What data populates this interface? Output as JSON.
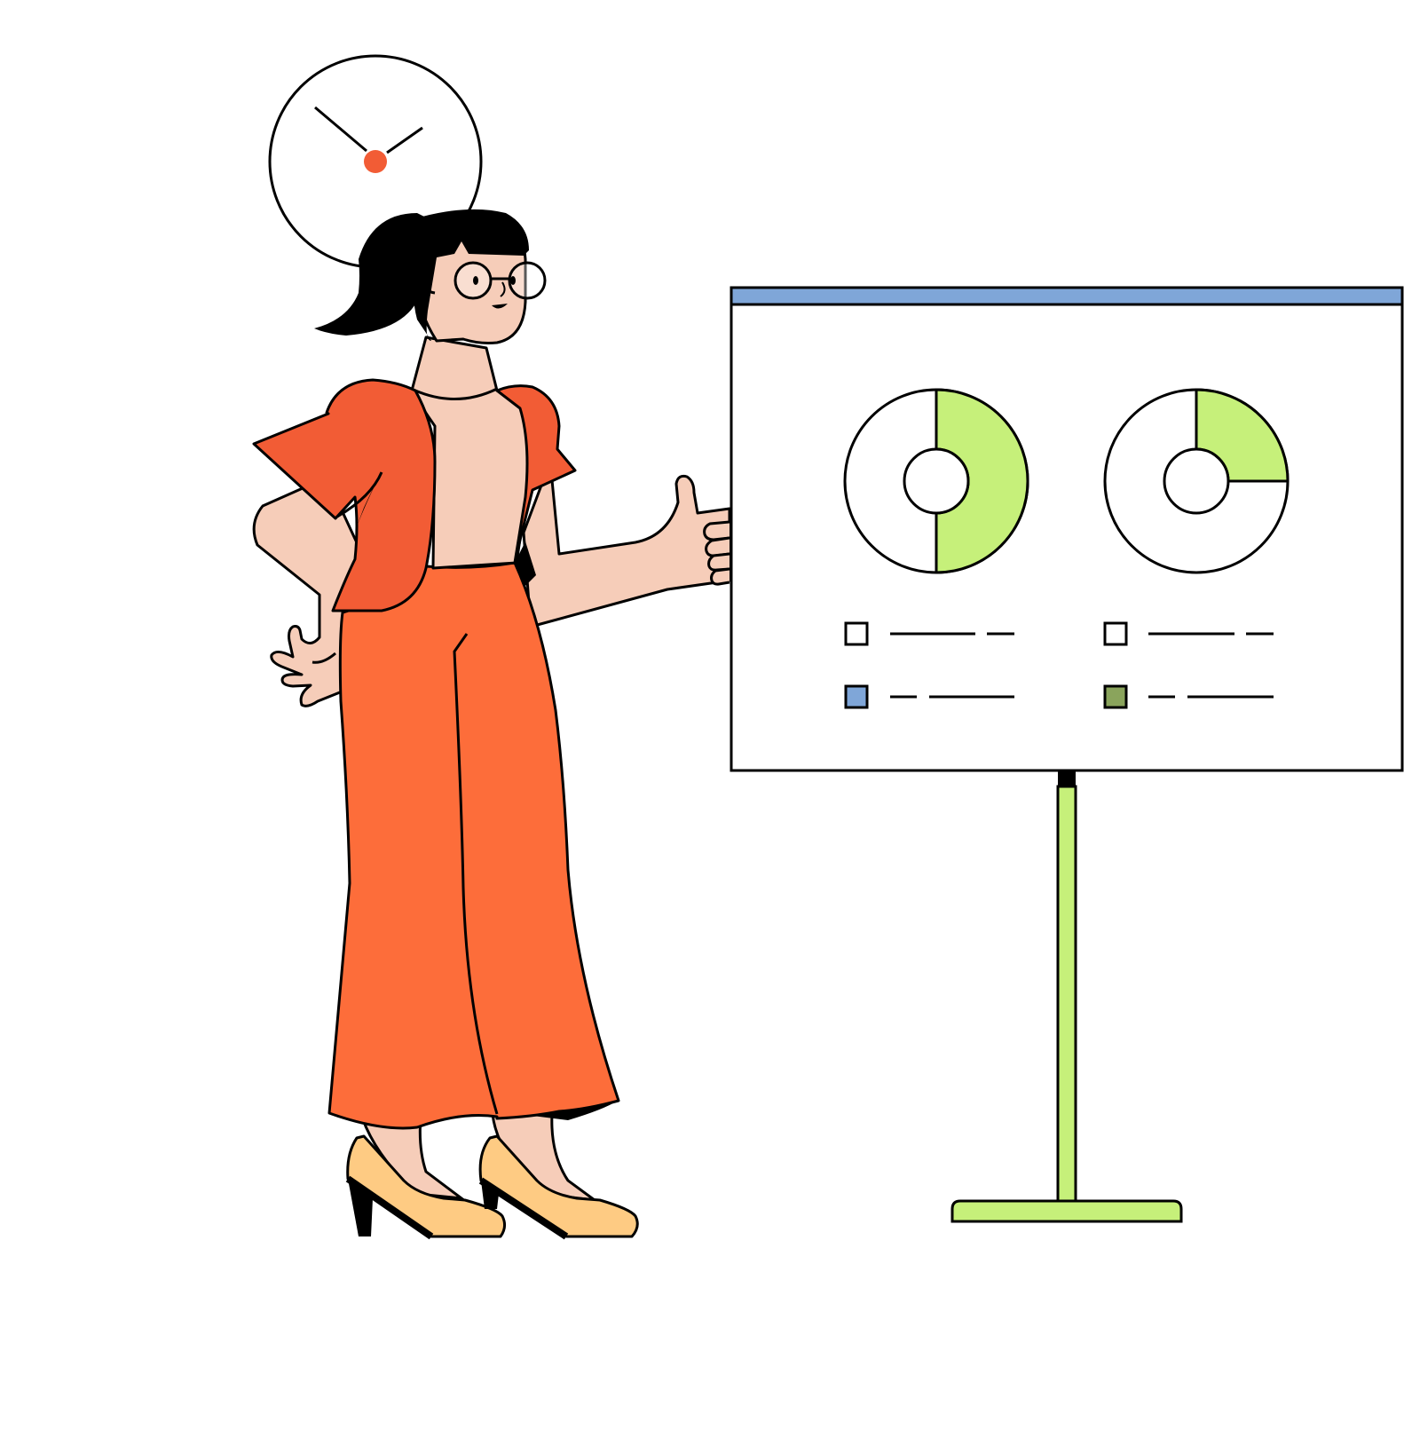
{
  "illustration": {
    "theme": "presentation",
    "colors": {
      "background": "#ffffff",
      "outline": "#000000",
      "skin": "#f6cdb9",
      "top": "#f25c35",
      "trousers": "#fd6d3a",
      "shoes": "#fecb83",
      "hair": "#000000",
      "clock_center": "#f25c35",
      "board_header": "#7fa6d8",
      "stand": "#c6f07a",
      "chart_fill": "#c6f07a",
      "legend_blue": "#7fa6d8",
      "legend_green": "#8aa45c"
    },
    "icons": [
      "wall-clock-icon",
      "presentation-board-icon",
      "donut-chart-icon",
      "legend-swatch-icon"
    ]
  },
  "clock": {
    "hour_hand_direction": "upper-right",
    "minute_hand_direction": "upper-left"
  },
  "board": {
    "charts": [
      {
        "type": "donut",
        "filled_fraction": 0.5
      },
      {
        "type": "donut",
        "filled_fraction": 0.25
      }
    ],
    "legends": [
      {
        "swatches": [
          "#ffffff",
          "#7fa6d8"
        ]
      },
      {
        "swatches": [
          "#ffffff",
          "#8aa45c"
        ]
      }
    ]
  }
}
